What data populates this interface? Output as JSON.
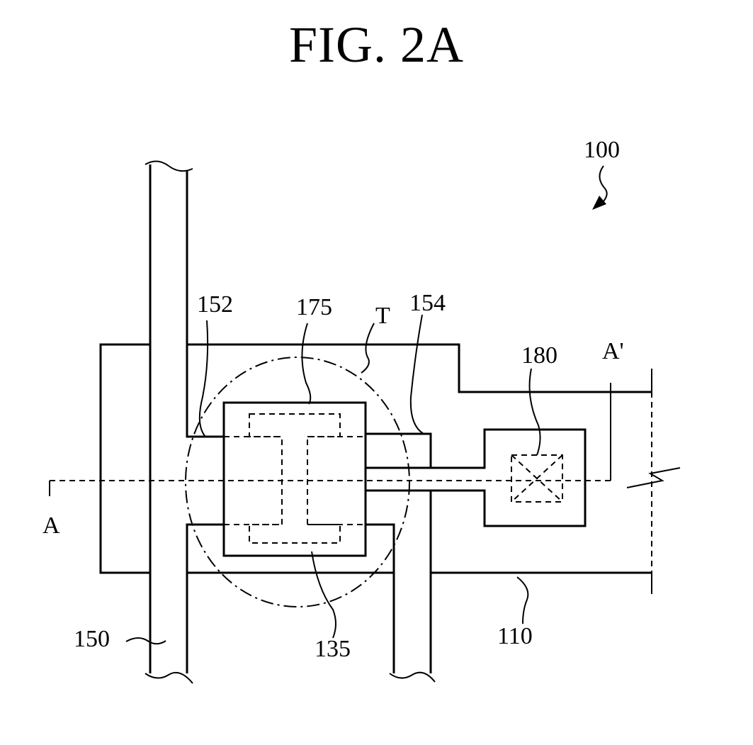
{
  "figure": {
    "title": "FIG. 2A"
  },
  "labels": {
    "device": "100",
    "gate_line": "110",
    "semiconductor": "135",
    "data_line": "150",
    "source": "152",
    "drain": "154",
    "channel_layer": "175",
    "contact_hole": "180",
    "transistor": "T",
    "section_start": "A",
    "section_end": "A'"
  }
}
